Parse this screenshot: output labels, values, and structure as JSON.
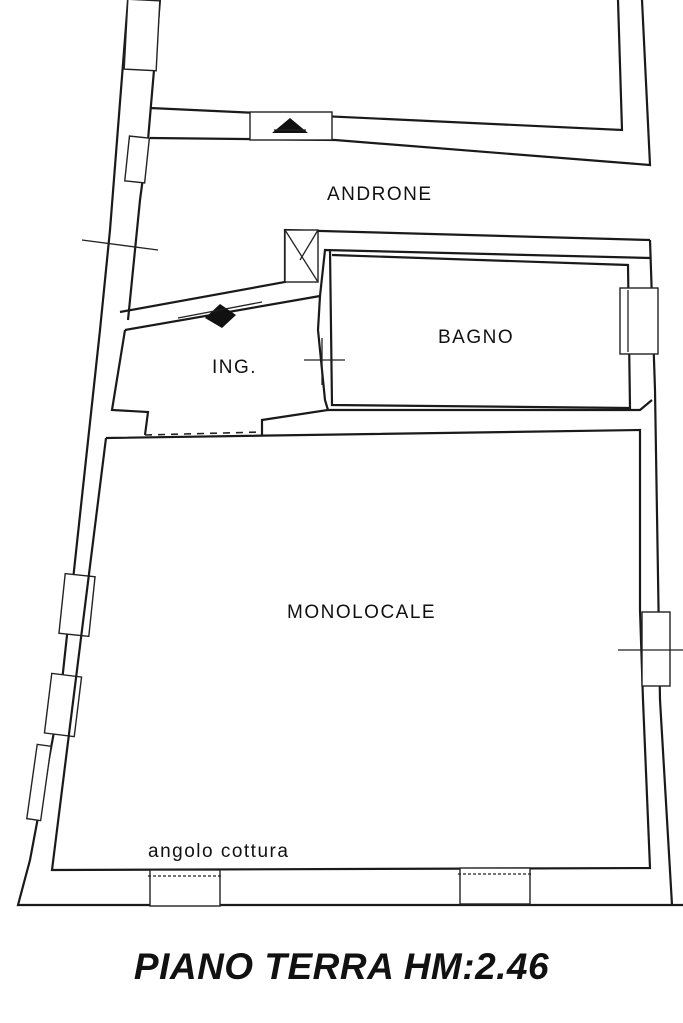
{
  "rooms": {
    "androne": "ANDRONE",
    "bagno": "BAGNO",
    "ingresso": "ING.",
    "monolocale": "MONOLOCALE"
  },
  "annotations": {
    "kitchen_corner": "angolo cottura"
  },
  "caption": "PIANO TERRA HM:2.46"
}
